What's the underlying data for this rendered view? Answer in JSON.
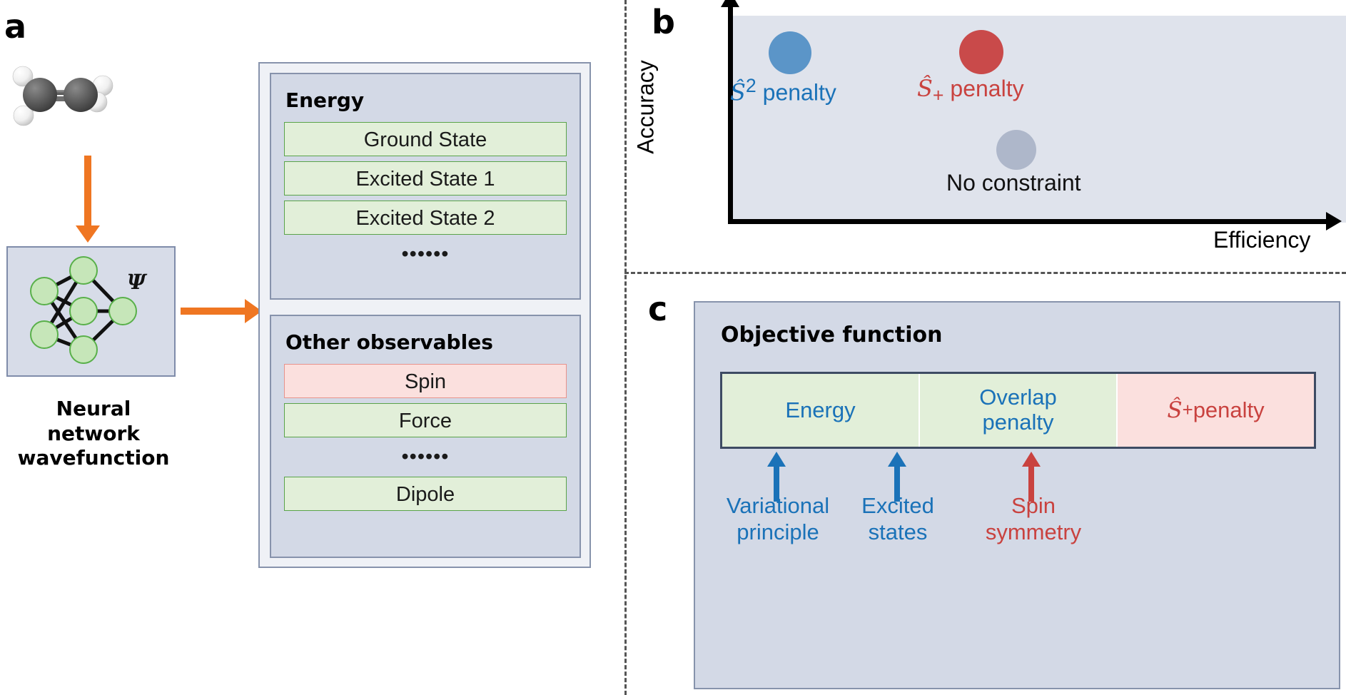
{
  "panels": {
    "a": {
      "letter": "a"
    },
    "b": {
      "letter": "b"
    },
    "c": {
      "letter": "c"
    }
  },
  "panel_a": {
    "molecule_name": "ethylene-molecule",
    "nn_psi_symbol": "Ψ",
    "nn_caption": "Neural network\nwavefunction",
    "energy": {
      "title": "Energy",
      "items": [
        "Ground State",
        "Excited State 1",
        "Excited State 2"
      ],
      "ellipsis": "••••••"
    },
    "other_observables": {
      "title": "Other observables",
      "items": [
        {
          "label": "Spin",
          "style": "pink"
        },
        {
          "label": "Force",
          "style": "green"
        }
      ],
      "ellipsis": "••••••",
      "last_item": {
        "label": "Dipole",
        "style": "green"
      }
    }
  },
  "panel_b": {
    "y_axis_label": "Accuracy",
    "x_axis_label": "Efficiency",
    "points": [
      {
        "label": "Ŝ² penalty",
        "label_prefix": "S",
        "label_sup": "2",
        "label_sub": "",
        "label_suffix": " penalty",
        "color": "#5b95c8",
        "text_color": "#1a72b8"
      },
      {
        "label": "Ŝ₊ penalty",
        "label_prefix": "S",
        "label_sup": "",
        "label_sub": "+",
        "label_suffix": " penalty",
        "color": "#c94a4a",
        "text_color": "#c9423f"
      },
      {
        "label": "No constraint",
        "color": "#aeb7ca",
        "text_color": "#111111"
      }
    ]
  },
  "panel_c": {
    "title": "Objective function",
    "cells": [
      {
        "label": "Energy",
        "style": "green"
      },
      {
        "label": "Overlap\npenalty",
        "style": "green"
      },
      {
        "label": "Ŝ₊ penalty",
        "style": "pink"
      }
    ],
    "captions": [
      {
        "label": "Variational\nprinciple",
        "color": "#1a72b8"
      },
      {
        "label": "Excited\nstates",
        "color": "#1a72b8"
      },
      {
        "label": "Spin\nsymmetry",
        "color": "#c9423f"
      }
    ]
  },
  "colors": {
    "accent_orange": "#ef7622",
    "panel_bg": "#d3d9e6",
    "green_box": "#e2efd9",
    "pink_box": "#fbe0de",
    "blue_text": "#1a72b8",
    "red_text": "#c9423f"
  }
}
